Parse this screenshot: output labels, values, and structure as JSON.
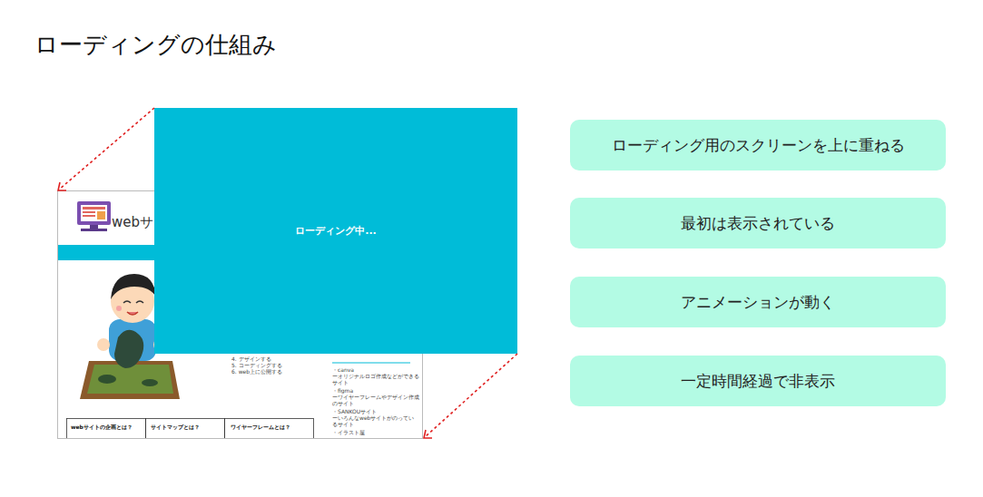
{
  "diagram": {
    "title": "ローディングの仕組み",
    "nodes": [
      {
        "text": [
          "ローディング中..."
        ]
      },
      {
        "text": [
          "ローディング用のスクリーンを上に重ねる"
        ]
      },
      {
        "text": [
          "最初は表示されている"
        ]
      },
      {
        "text": [
          "アニメーションが動く"
        ]
      },
      {
        "text": [
          "一定時間経過で非表示"
        ]
      }
    ],
    "labels": [
      "webサ",
      "4. デザインする",
      "5. コーディングする",
      "6. web上に公開する",
      "・canva",
      "ーオリジナルロゴ作成などができるサイト",
      "・figma",
      "ーワイヤーフレームやデザイン作成のサイト",
      "・SANKOUサイト",
      "ーいろんなwebサイトがのっているサイト",
      "・イラスト屋",
      "webサイトの企画とは？",
      "サイトマップとは？",
      "ワイヤーフレームとは？"
    ]
  }
}
